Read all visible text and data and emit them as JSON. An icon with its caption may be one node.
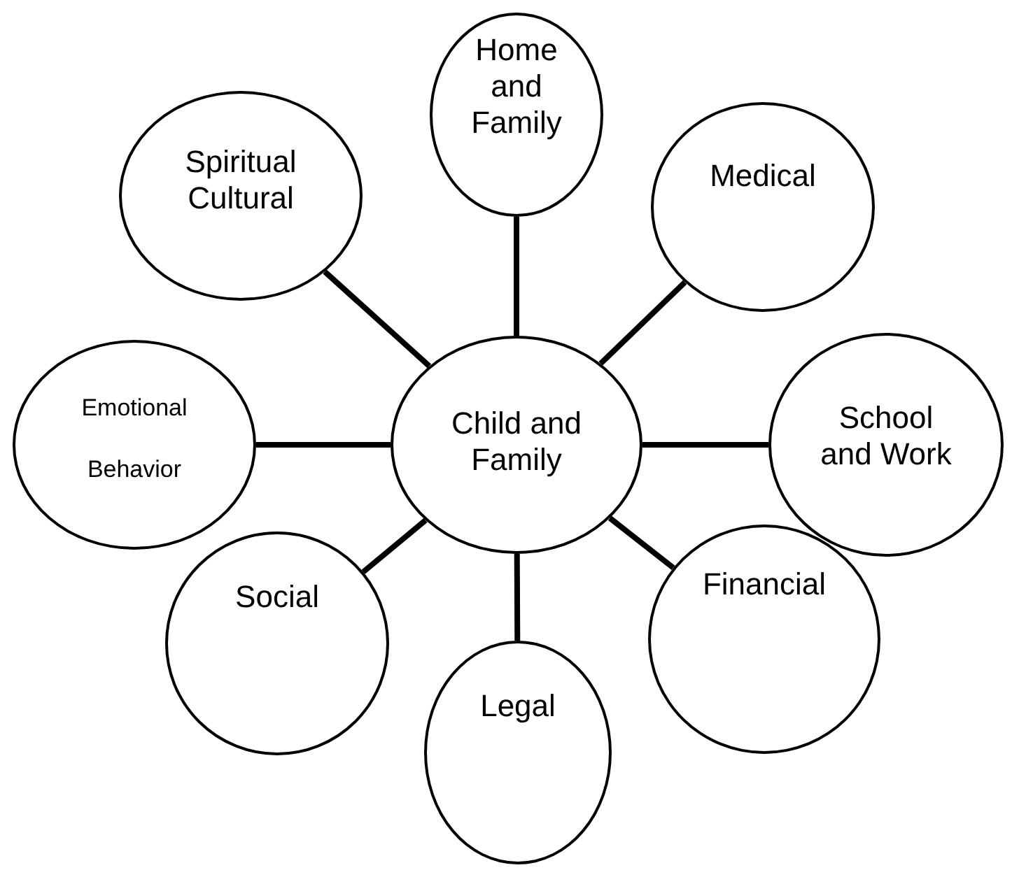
{
  "diagram": {
    "nodes": [
      {
        "text": [
          "Home and Family"
        ]
      },
      {
        "text": [
          "Spiritual Cultural"
        ]
      },
      {
        "text": [
          "Medical"
        ]
      },
      {
        "text": [
          "Emotional",
          "Behavior"
        ]
      },
      {
        "text": [
          "Child and Family"
        ]
      },
      {
        "text": [
          "School and Work"
        ]
      },
      {
        "text": [
          "Social"
        ]
      },
      {
        "text": [
          "Financial"
        ]
      },
      {
        "text": [
          "Legal"
        ]
      }
    ],
    "edges": [
      {
        "from": 4,
        "to": 0,
        "arrow": "none"
      },
      {
        "from": 4,
        "to": 1,
        "arrow": "none"
      },
      {
        "from": 4,
        "to": 2,
        "arrow": "none"
      },
      {
        "from": 4,
        "to": 3,
        "arrow": "none"
      },
      {
        "from": 4,
        "to": 5,
        "arrow": "none"
      },
      {
        "from": 4,
        "to": 6,
        "arrow": "none"
      },
      {
        "from": 4,
        "to": 7,
        "arrow": "none"
      },
      {
        "from": 4,
        "to": 8,
        "arrow": "none"
      }
    ]
  }
}
